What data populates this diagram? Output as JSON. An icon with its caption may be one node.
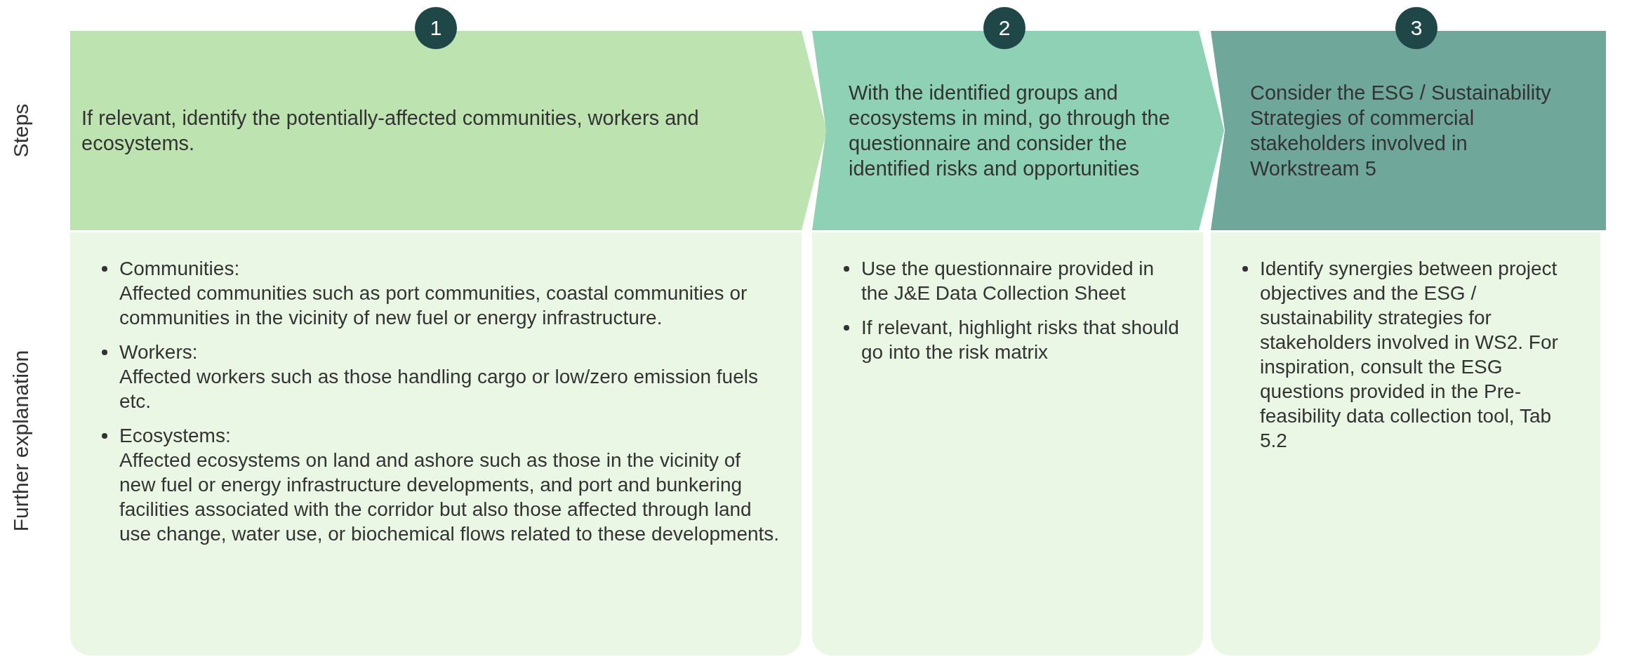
{
  "diagram": {
    "nodes": [
      {
        "text": [
          "1"
        ]
      },
      {
        "text": [
          "If relevant, identify the potentially-affected communities, workers and ecosystems."
        ]
      },
      {
        "text": [
          "2"
        ]
      },
      {
        "text": [
          "With the identified groups and ecosystems in mind, go through the questionnaire and consider the identified risks and opportunities"
        ]
      },
      {
        "text": [
          "3"
        ]
      },
      {
        "text": [
          "Consider the ESG / Sustainability Strategies of commercial stakeholders involved in Workstream 5"
        ]
      },
      {
        "text": [
          "Communities:",
          "Affected communities such as port communities, coastal communities or communities in the vicinity of new fuel or energy infrastructure.",
          "Workers:",
          "Affected workers such as those handling cargo or low/zero emission fuels etc.",
          "Ecosystems:",
          "Affected ecosystems on land and ashore such as those in the vicinity of new fuel or energy infrastructure developments, and port and bunkering facilities associated with the corridor but also those affected through land use change, water use, or biochemical flows related to these developments."
        ]
      },
      {
        "text": [
          "Use the questionnaire provided in the J&E Data Collection Sheet",
          "If relevant, highlight risks that should go into the risk matrix"
        ]
      },
      {
        "text": [
          "Identify synergies between project objectives and the ESG / sustainability strategies for stakeholders involved in WS2. For inspiration, consult the ESG questions provided in the Pre-feasibility data collection tool, Tab 5.2"
        ]
      }
    ],
    "labels": [
      "Steps",
      "Further explanation"
    ]
  }
}
